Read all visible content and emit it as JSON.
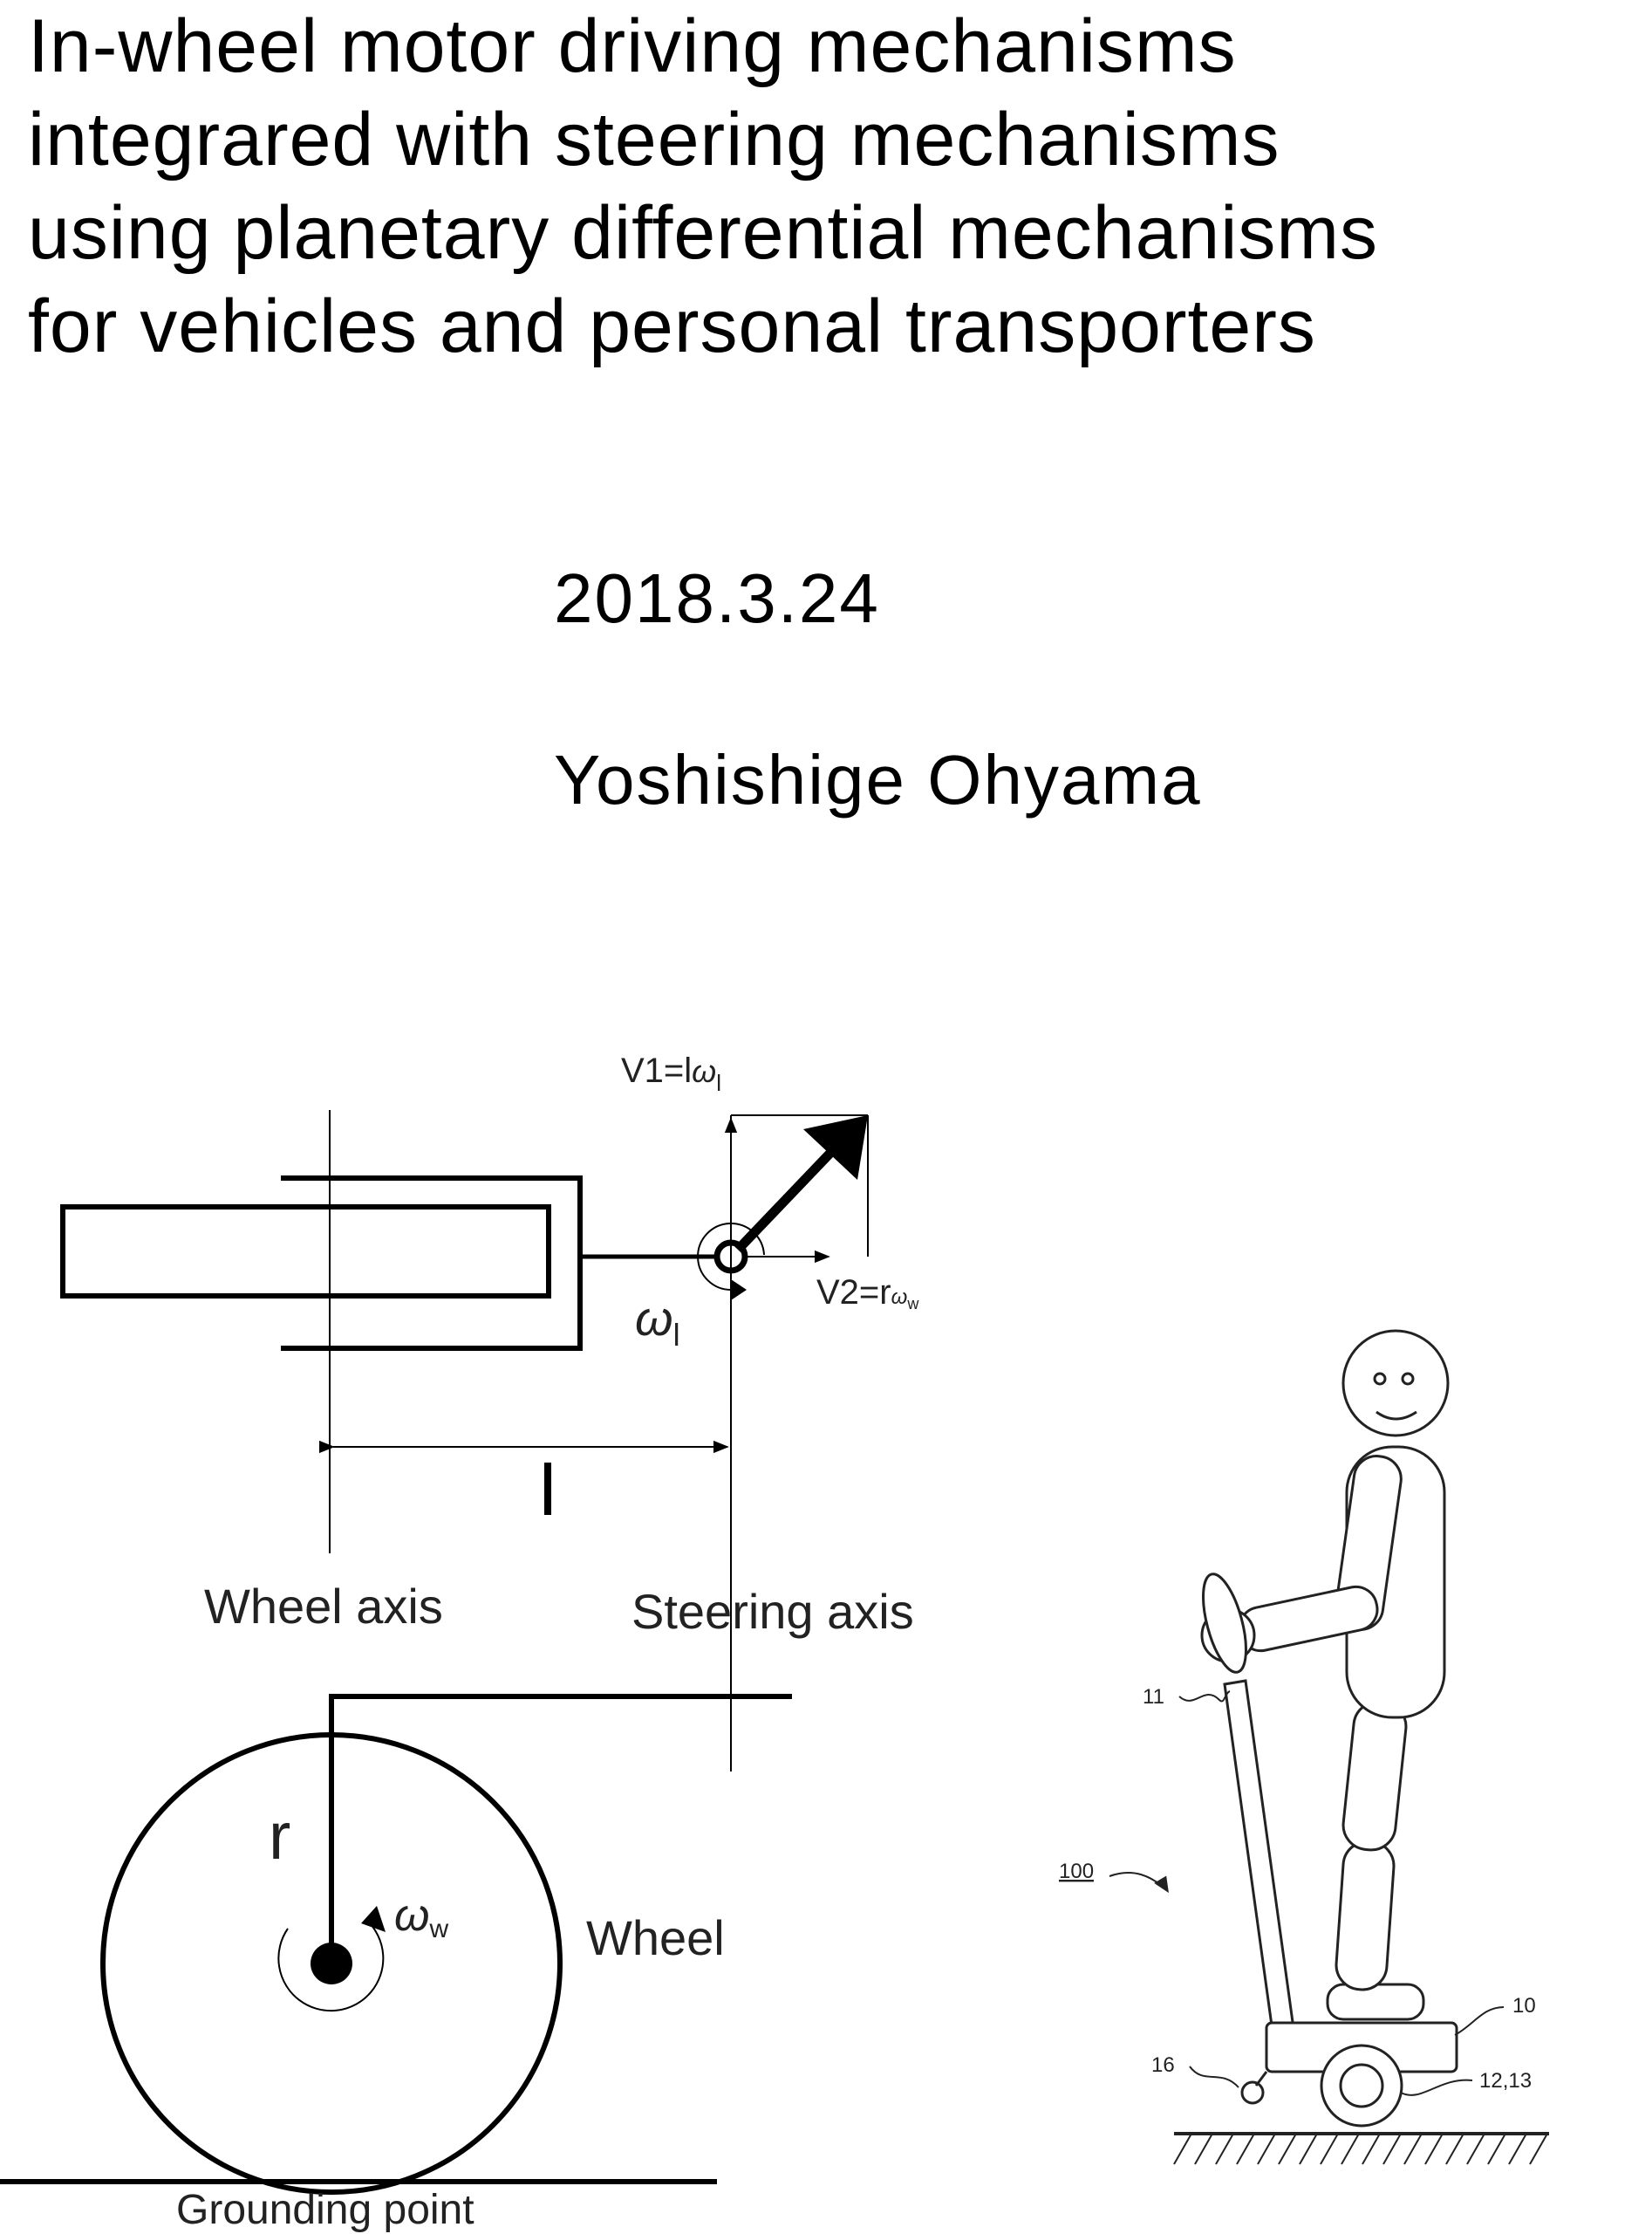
{
  "title_lines": [
    "In-wheel motor driving mechanisms",
    "integrared with steering mechanisms",
    "using planetary differential mechanisms",
    "for vehicles and personal transporters"
  ],
  "date": "2018.3.24",
  "author": "Yoshishige Ohyama",
  "diagram_top": {
    "v1_label": "V1=l",
    "v1_omega": "ω",
    "v1_sub": "l",
    "v2_label": "V2=r",
    "v2_omega": "ω",
    "v2_sub": "w",
    "omega_l": "ω",
    "omega_l_sub": "l",
    "l_label": "l",
    "wheel_axis_label": "Wheel axis",
    "steering_axis_label": "Steering axis"
  },
  "diagram_wheel": {
    "r_label": "r",
    "omega_w": "ω",
    "omega_w_sub": "w",
    "wheel_label": "Wheel",
    "grounding_label": "Grounding point"
  },
  "transporter": {
    "ref_11": "11",
    "ref_100": "100",
    "ref_10": "10",
    "ref_16": "16",
    "ref_12_13": "12,13"
  }
}
